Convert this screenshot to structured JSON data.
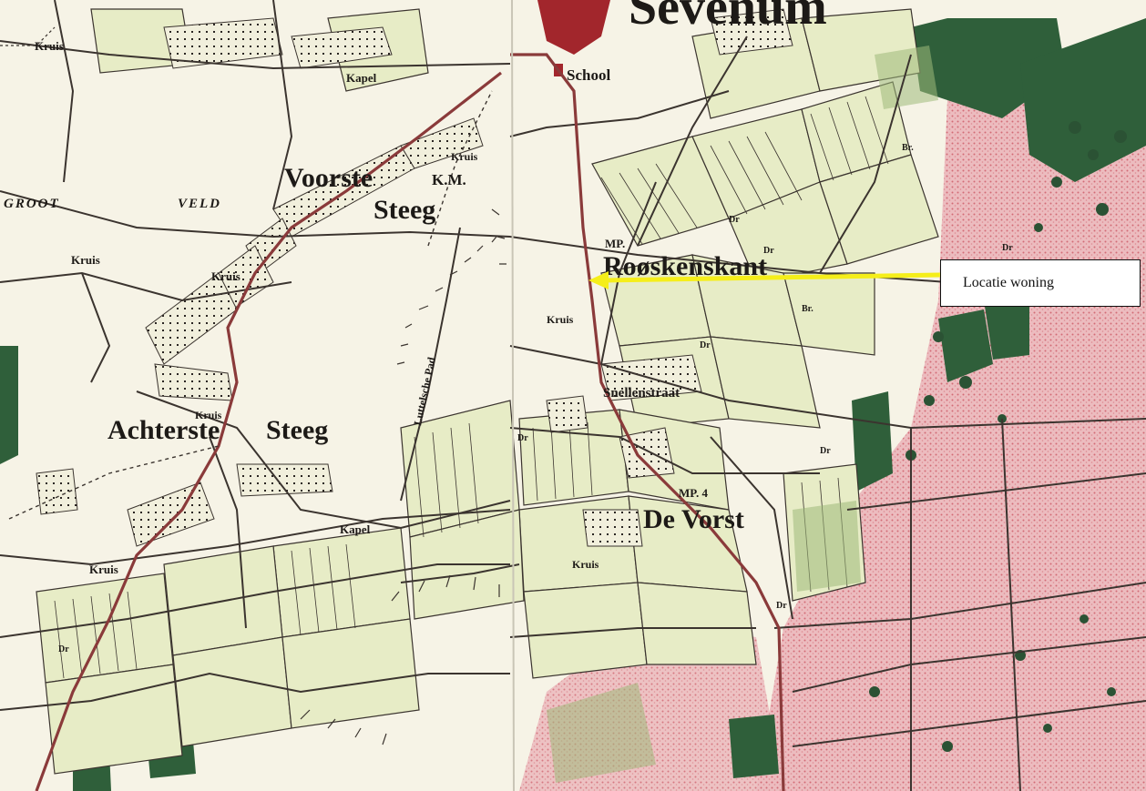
{
  "map": {
    "labels": {
      "sevenum": "Sevenum",
      "school": "School",
      "kapel_top": "Kapel",
      "kruis_topleft": "Kruis",
      "voorste": "Voorste",
      "steeg_top": "Steeg",
      "km": "K.M.",
      "kruis_km": "Kruis",
      "groot": "GROOT",
      "veld": "VELD",
      "kruis_left": "Kruis",
      "kruis_mid": "Kruis",
      "mp_top": "MP.",
      "roeskenskant": "Roøskenskant",
      "kruis_roes": "Kruis",
      "snellenstraat": "Snellenstraat",
      "luttelsche_pad": "Luttelsche Pad",
      "achterste": "Achterste",
      "steeg_bottom": "Steeg",
      "kruis_ach": "Kruis",
      "kapel_mid": "Kapel",
      "mp4": "MP. 4",
      "de_vorst": "De Vorst",
      "kruis_vorst": "Kruis",
      "kruis_bottomleft": "Kruis",
      "dr": "Dr",
      "br": "Br."
    },
    "colors": {
      "paper": "#f6f3e6",
      "field": "#e7ecc6",
      "field_light": "#eef0d4",
      "forest": "#2f5f3a",
      "heath": "#e9b4b6",
      "heath_dot": "#d2707a",
      "road": "#3b342f",
      "main_road": "#8a3a3a",
      "town": "#a2262c",
      "arrow": "#f5ee1a"
    },
    "callout": {
      "text": "Locatie woning"
    }
  }
}
